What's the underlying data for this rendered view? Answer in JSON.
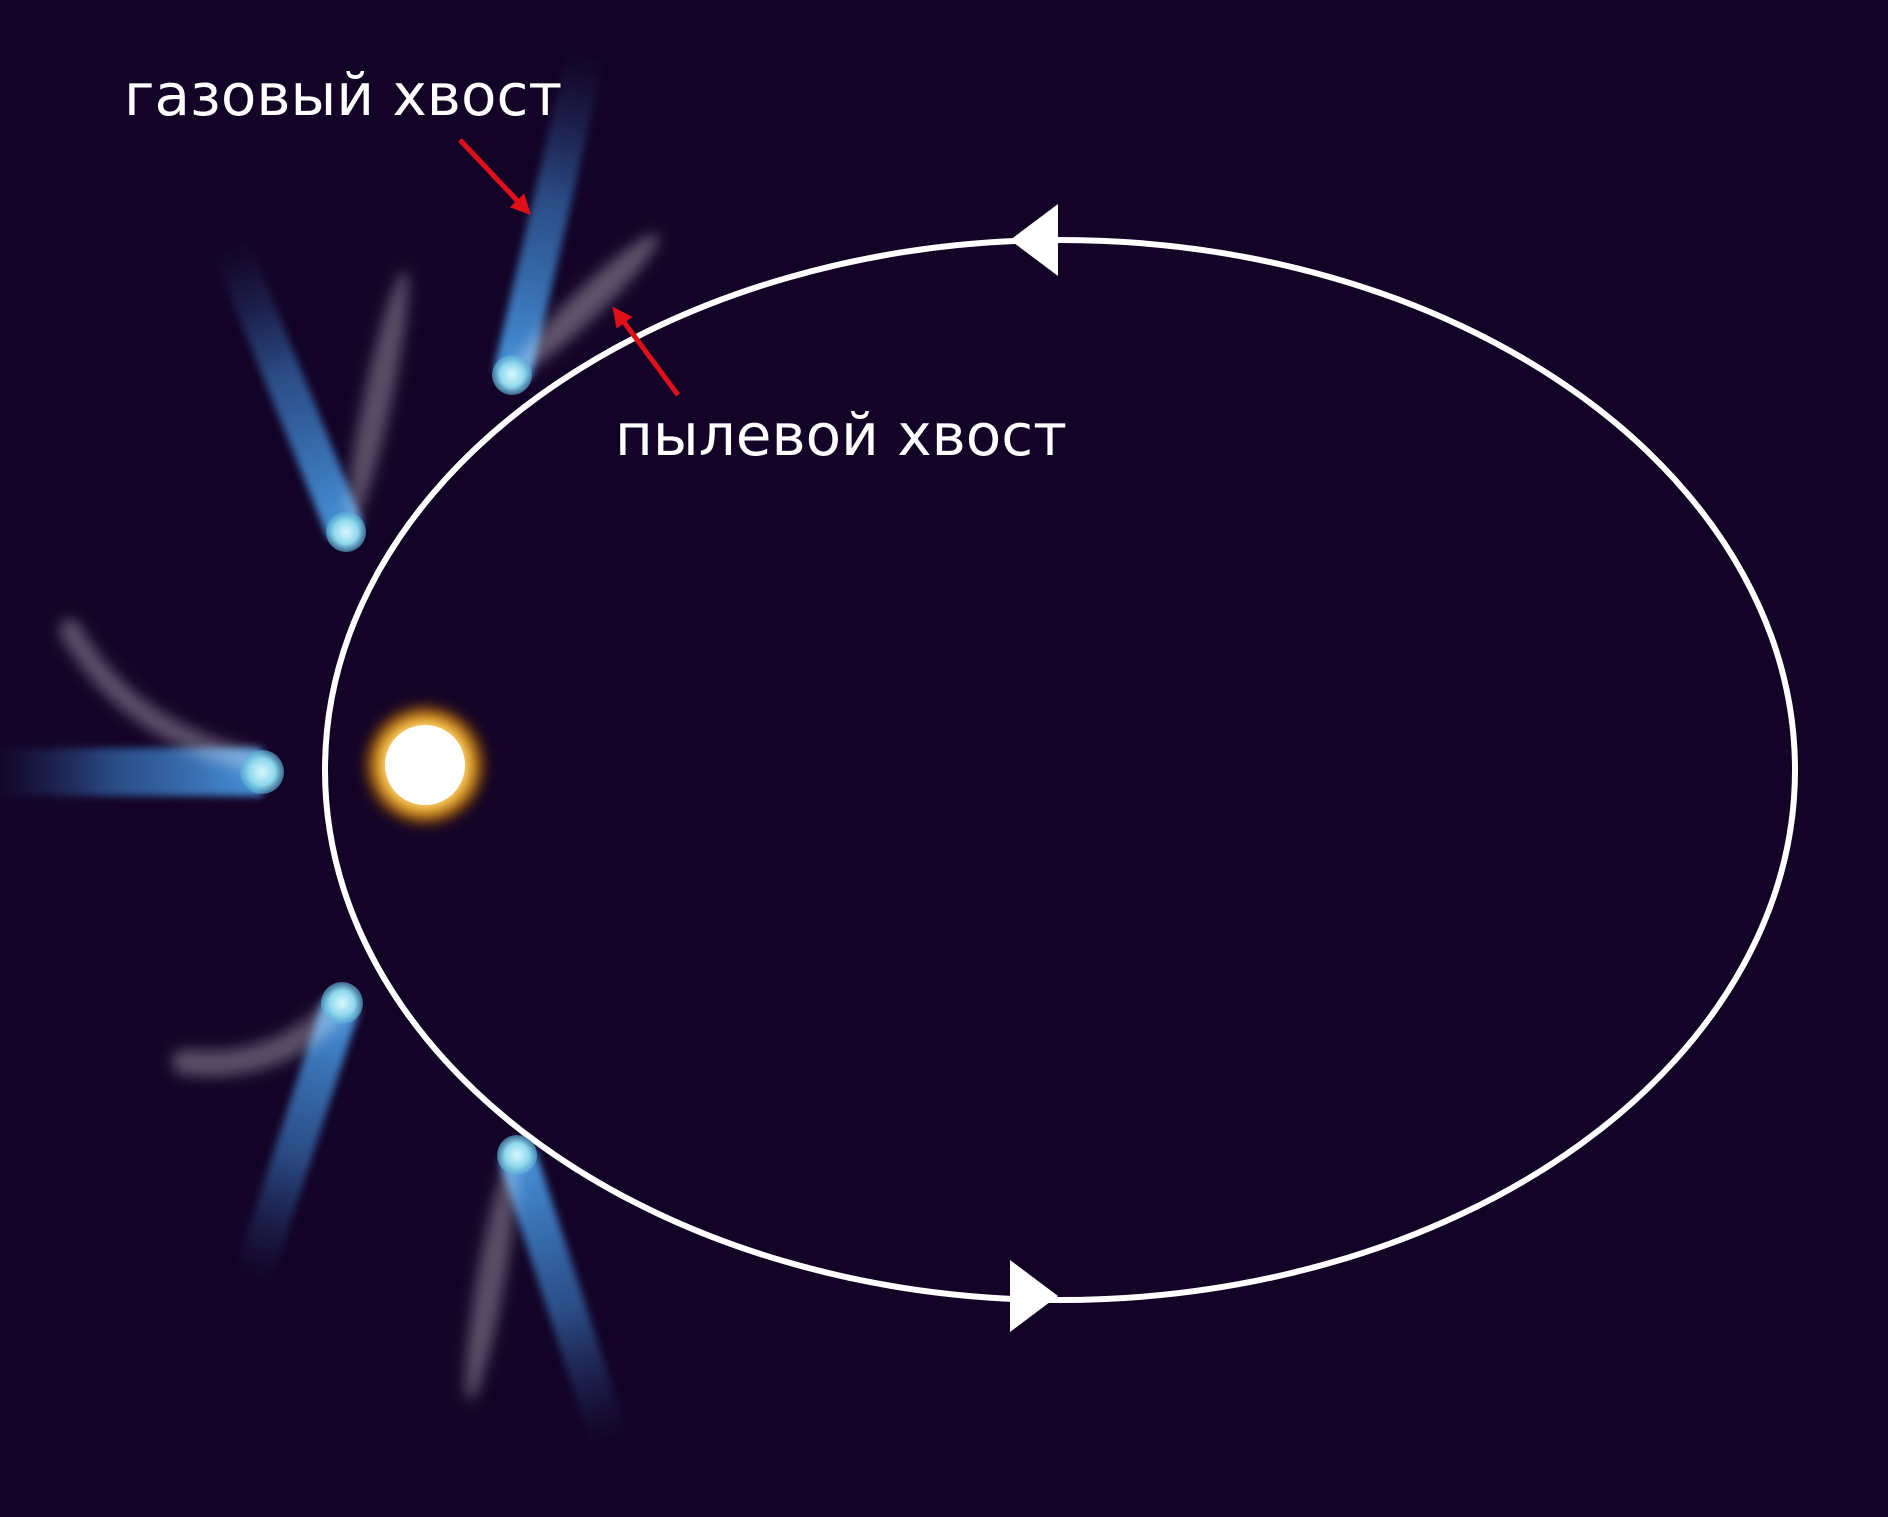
{
  "diagram": {
    "labels": {
      "gas_tail": "газовый хвост",
      "dust_tail": "пылевой хвост"
    },
    "colors": {
      "background": "#130326",
      "orbit": "#ffffff",
      "gas_tail": "#4a9be6",
      "comet_head": "#9fe4f0",
      "dust": "#ffffff",
      "arrow": "#e0101a",
      "sun_core": "#ffffff",
      "sun_glow": "#ffb400"
    },
    "orbit_direction": "counterclockwise",
    "comet_count": 5,
    "elements": [
      "sun",
      "elliptical-orbit",
      "comet",
      "gas-tail",
      "dust-tail"
    ]
  }
}
